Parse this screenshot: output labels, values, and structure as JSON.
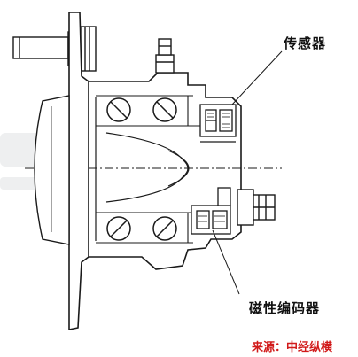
{
  "labels": {
    "sensor": "传感器",
    "magnetic_encoder": "磁性编码器"
  },
  "source": {
    "prefix": "来源：",
    "name": "中经纵横"
  },
  "colors": {
    "line": "#1a1a1a",
    "source_text": "#d11a1a",
    "watermark": "#cfd3d6"
  }
}
